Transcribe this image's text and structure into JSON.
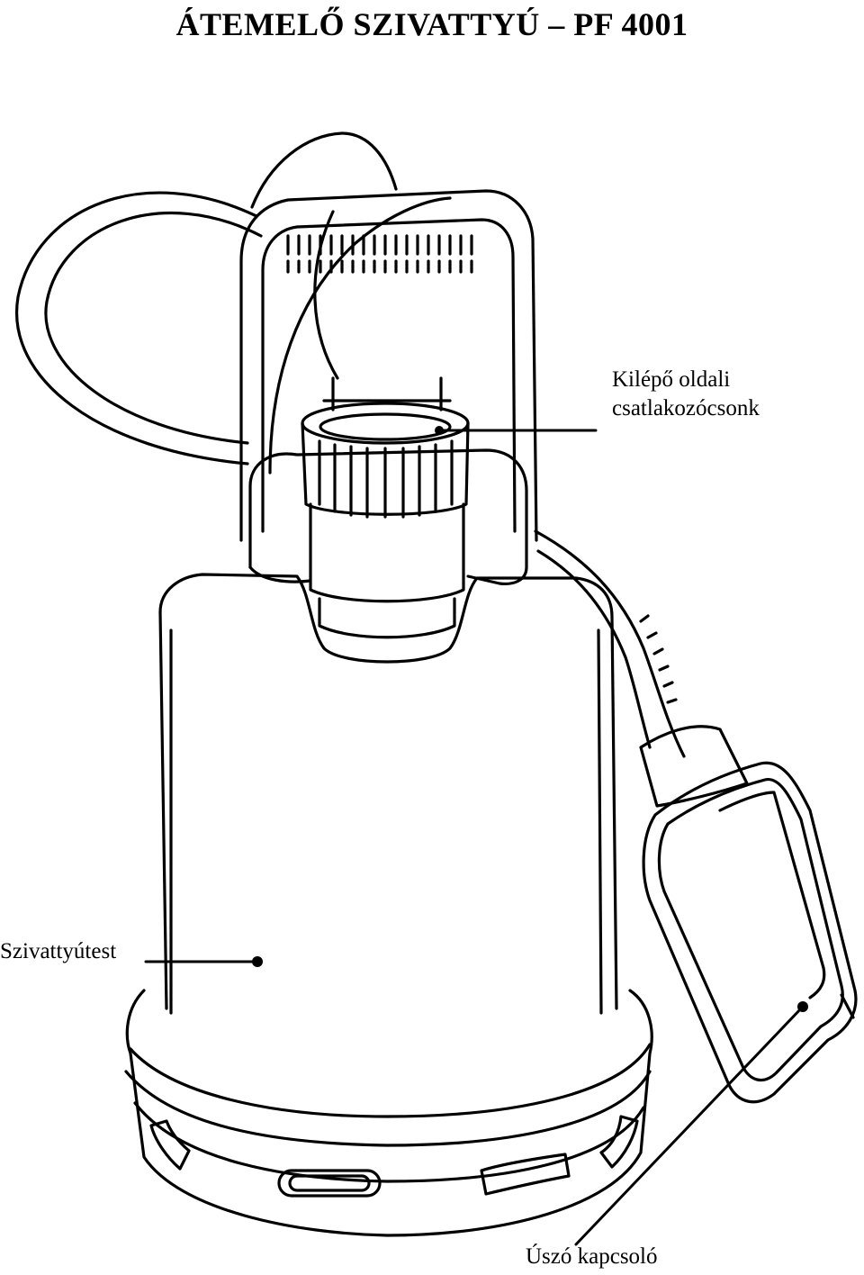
{
  "title": "ÁTEMELŐ SZIVATTYÚ – PF 4001",
  "labels": {
    "outlet_line1": "Kilépő oldali",
    "outlet_line2": "csatlakozócsonk",
    "pump_body": "Szivattyútest",
    "float_switch": "Úszó kapcsoló"
  }
}
